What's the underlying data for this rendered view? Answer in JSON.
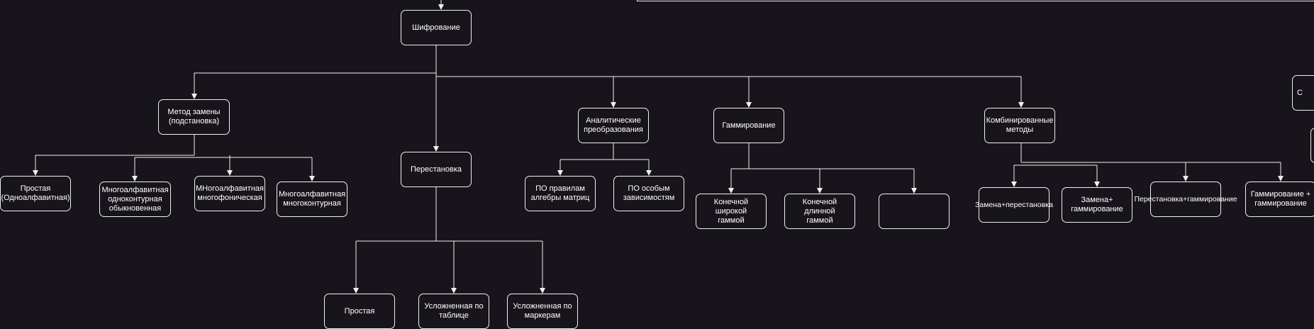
{
  "colors": {
    "background": "#18141b",
    "stroke": "#f0f0f0",
    "text": "#ffffff"
  },
  "nodes": {
    "root": "Шифрование",
    "substitution": "Метод замены\n(подстановка)",
    "analytic": "Аналитические\nпреобразования",
    "gamming": "Гаммирование",
    "combined": "Комбинированные\nметоды",
    "side_partial": "С",
    "sub_simple": "Простая\n(Одноалфавитная)",
    "sub_multi_single": "Многоалфавитная\nодноконтурная\nобыкновенная",
    "sub_multi_phonic": "МНогоалфавитная\nмногофоническая",
    "sub_multi_multi": "Многоалфавитная\nмногоконтурная",
    "permutation": "Перестановка",
    "an_matrix": "ПО правилам\nалгебры матриц",
    "an_special": "ПО особым\nзависимостям",
    "gam_short": "Конечной широкой\nгаммой",
    "gam_long": "Конечной длинной\nгаммой",
    "gam_empty": "",
    "comb_sub_perm": "Замена+перестановка",
    "comb_sub_gam": "Замена+\nгаммирование",
    "comb_perm_gam": "Перестановка+гаммирование",
    "comb_gam_gam": "Гаммирование +\nгаммирование",
    "perm_simple": "Простая",
    "perm_table": "Усложненная по\nтаблице",
    "perm_markers": "Усложненная по\nмаркерам"
  }
}
